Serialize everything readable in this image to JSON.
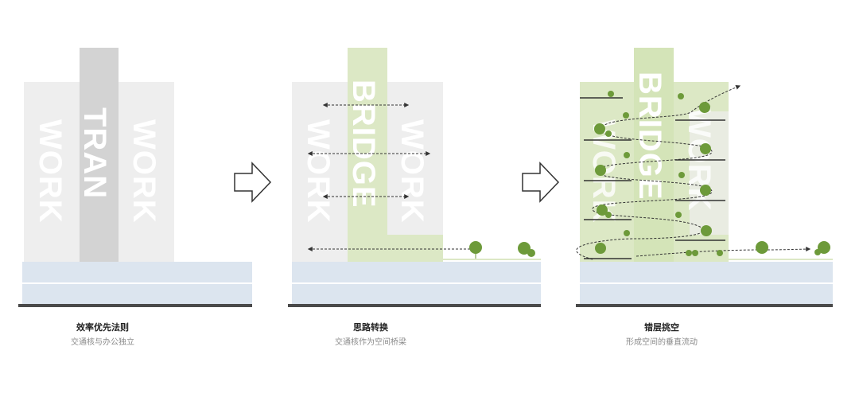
{
  "panels": [
    {
      "title": "效率优先法则",
      "subtitle": "交通核与办公独立",
      "labels": {
        "left": "WORK",
        "core": "TRAN",
        "right": "WORK"
      }
    },
    {
      "title": "思路转换",
      "subtitle": "交通核作为空间桥梁",
      "labels": {
        "left": "WORK",
        "core": "BRIDGE",
        "right": "WORK"
      }
    },
    {
      "title": "错层挑空",
      "subtitle": "形成空间的垂直流动",
      "labels": {
        "left": "WORK",
        "core": "BRIDGE",
        "right": "WORK"
      }
    }
  ],
  "colors": {
    "block": "#eeeeee",
    "core": "#d3d3d3",
    "green_block": "#dce8c5",
    "podium": "#dce5ef",
    "ground": "#4a4a4a",
    "tree": "#6d9a3a",
    "arrow_fill": "#ffffff",
    "arrow_stroke": "#333333"
  },
  "icons": [
    "right-arrow-icon",
    "tree-icon",
    "dashed-double-arrow-icon"
  ]
}
